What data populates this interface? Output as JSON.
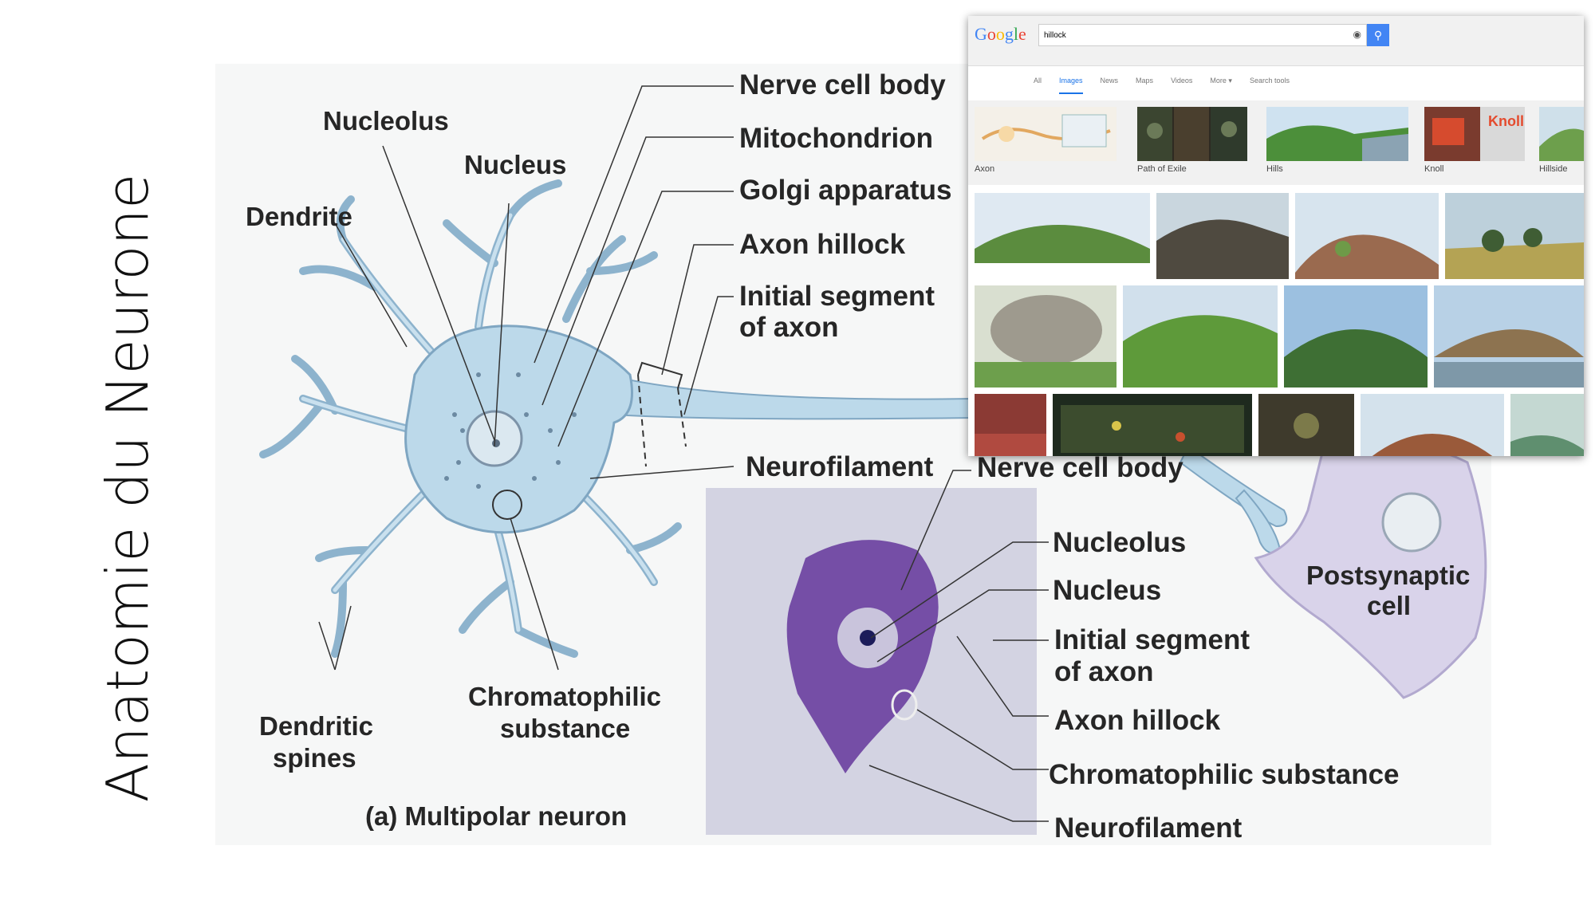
{
  "slide": {
    "title": "Anatomie du Neurone"
  },
  "diagram": {
    "labels_left": {
      "nucleolus": "Nucleolus",
      "nucleus": "Nucleus",
      "dendrite": "Dendrite",
      "dendritic_spines_1": "Dendritic",
      "dendritic_spines_2": "spines",
      "chromatophilic_1": "Chromatophilic",
      "chromatophilic_2": "substance",
      "caption": "(a) Multipolar neuron"
    },
    "labels_right": {
      "nerve_cell_body": "Nerve cell body",
      "mitochondrion": "Mitochondrion",
      "golgi": "Golgi apparatus",
      "axon_hillock": "Axon hillock",
      "initial_segment_1": "Initial segment",
      "initial_segment_2": "of axon",
      "neurofilament": "Neurofilament"
    },
    "micro_labels": {
      "nerve_cell_body": "Nerve cell body",
      "nucleolus": "Nucleolus",
      "nucleus": "Nucleus",
      "initial_segment_1": "Initial segment",
      "initial_segment_2": "of axon",
      "axon_hillock": "Axon hillock",
      "chromatophilic": "Chromatophilic substance",
      "neurofilament": "Neurofilament"
    },
    "postsynaptic_1": "Postsynaptic",
    "postsynaptic_2": "cell"
  },
  "google": {
    "logo": "Google",
    "query": "hillock",
    "tabs": [
      "All",
      "Images",
      "News",
      "Maps",
      "Videos",
      "More ▾",
      "Search tools"
    ],
    "active_tab": "Images",
    "related": [
      "Axon",
      "Path of Exile",
      "Hills",
      "Knoll",
      "Hillside"
    ],
    "knoll_sign": "Knoll"
  },
  "colors": {
    "cell_fill": "#bcd9ea",
    "cell_stroke": "#7fa6c2",
    "postsynaptic_fill": "#d9d3ea",
    "stain": "#6a3fa0",
    "google_blue": "#4285f4"
  }
}
